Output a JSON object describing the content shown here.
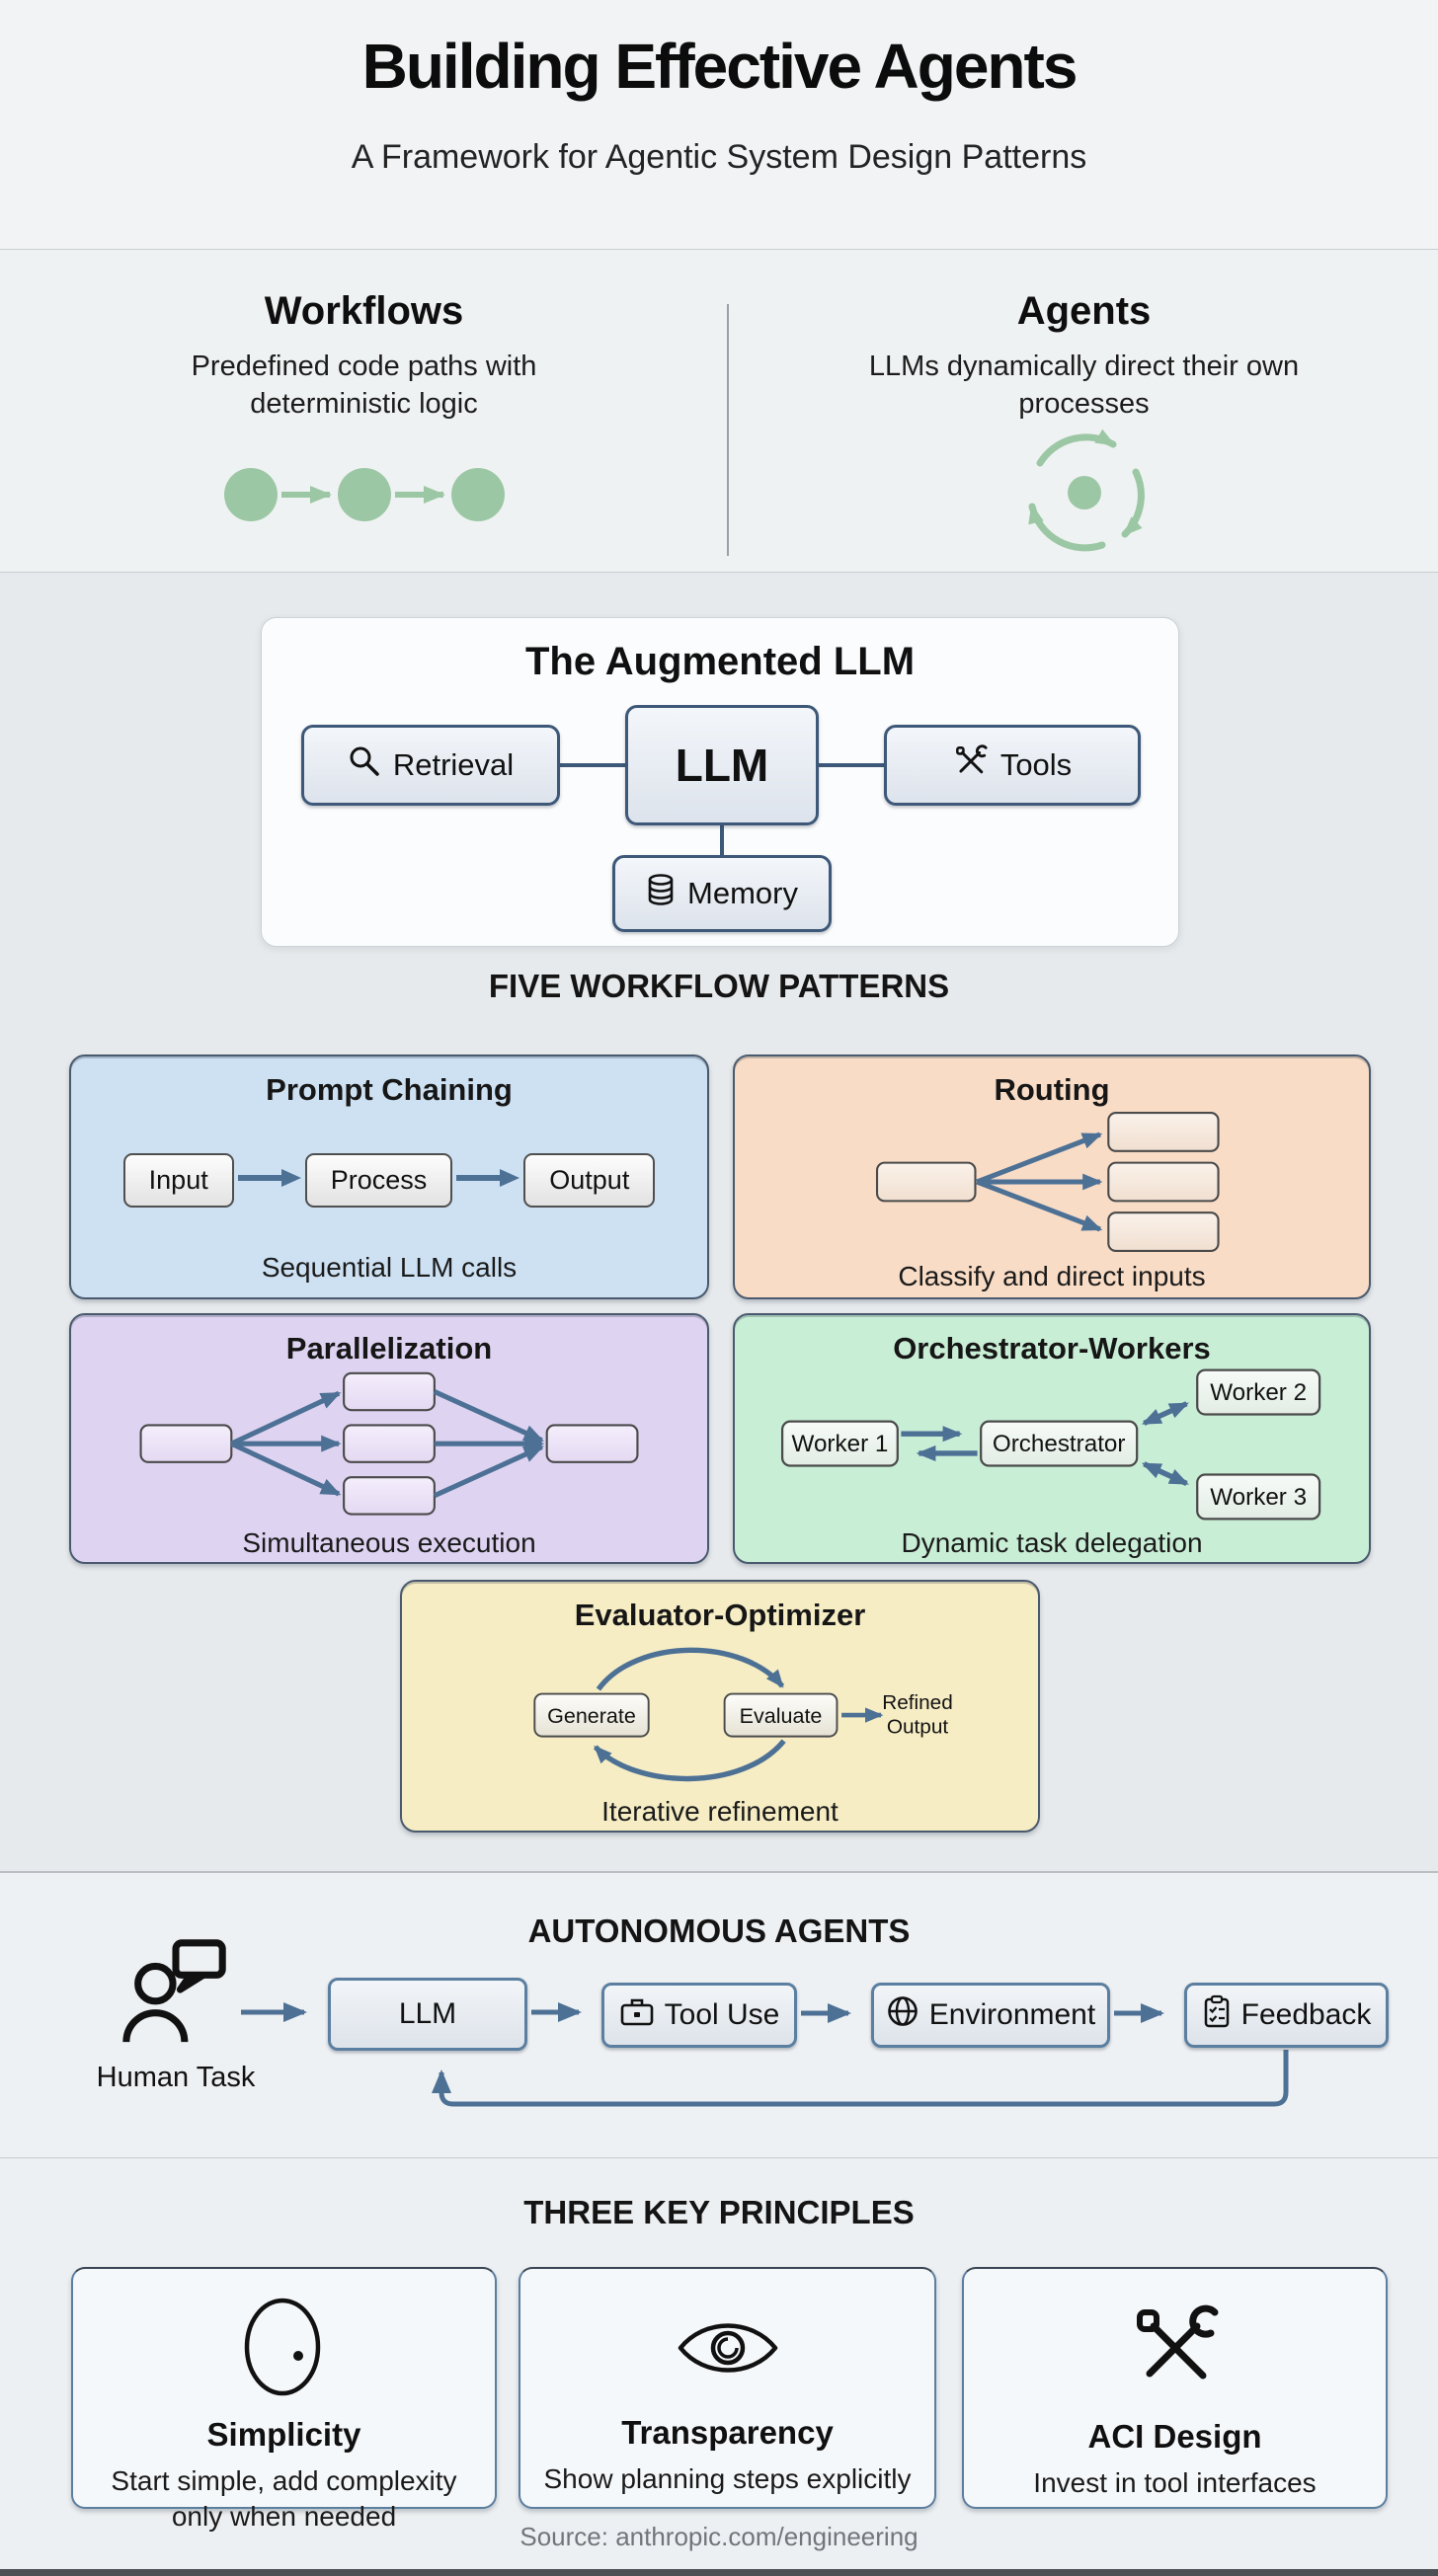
{
  "page": {
    "title": "Building Effective Agents",
    "subtitle": "A Framework for Agentic System Design Patterns",
    "source": "Source: anthropic.com/engineering"
  },
  "colors": {
    "accent_green": "#9cc7a4",
    "arrow_blue": "#4d7095",
    "node_border_blue": "#3d5878",
    "chain_bg": "#cde1f3",
    "routing_bg": "#f8dcc6",
    "parallel_bg": "#ded3f1",
    "orchestrator_bg": "#c9eed6",
    "evaluator_bg": "#f6edc4"
  },
  "comparison": {
    "workflows": {
      "title": "Workflows",
      "description": "Predefined code paths with deterministic logic",
      "icon": "linear-steps-icon"
    },
    "agents": {
      "title": "Agents",
      "description": "LLMs dynamically direct their own processes",
      "icon": "cycle-icon"
    }
  },
  "augmented_llm": {
    "title": "The Augmented LLM",
    "center": "LLM",
    "nodes": {
      "retrieval": {
        "label": "Retrieval",
        "icon": "search-icon"
      },
      "tools": {
        "label": "Tools",
        "icon": "crossed-tools-icon"
      },
      "memory": {
        "label": "Memory",
        "icon": "database-icon"
      }
    }
  },
  "workflow_patterns": {
    "heading": "FIVE WORKFLOW PATTERNS",
    "prompt_chaining": {
      "title": "Prompt Chaining",
      "caption": "Sequential LLM calls",
      "steps": [
        "Input",
        "Process",
        "Output"
      ]
    },
    "routing": {
      "title": "Routing",
      "caption": "Classify and direct inputs"
    },
    "parallelization": {
      "title": "Parallelization",
      "caption": "Simultaneous execution"
    },
    "orchestrator_workers": {
      "title": "Orchestrator-Workers",
      "caption": "Dynamic task delegation",
      "nodes": {
        "worker1": "Worker 1",
        "orchestrator": "Orchestrator",
        "worker2": "Worker 2",
        "worker3": "Worker 3"
      }
    },
    "evaluator_optimizer": {
      "title": "Evaluator-Optimizer",
      "caption": "Iterative refinement",
      "nodes": {
        "generate": "Generate",
        "evaluate": "Evaluate",
        "refined_line1": "Refined",
        "refined_line2": "Output"
      }
    }
  },
  "autonomous_agents": {
    "heading": "AUTONOMOUS AGENTS",
    "human_label": "Human Task",
    "nodes": [
      {
        "label": "LLM",
        "icon": ""
      },
      {
        "label": "Tool Use",
        "icon": "briefcase-icon"
      },
      {
        "label": "Environment",
        "icon": "globe-icon"
      },
      {
        "label": "Feedback",
        "icon": "clipboard-icon"
      }
    ]
  },
  "principles": {
    "heading": "THREE KEY PRINCIPLES",
    "items": [
      {
        "title": "Simplicity",
        "description": "Start simple, add complexity only when needed",
        "icon": "circle-dot-icon"
      },
      {
        "title": "Transparency",
        "description": "Show planning steps explicitly",
        "icon": "eye-icon"
      },
      {
        "title": "ACI Design",
        "description": "Invest in tool interfaces",
        "icon": "crossed-tools-icon"
      }
    ]
  }
}
